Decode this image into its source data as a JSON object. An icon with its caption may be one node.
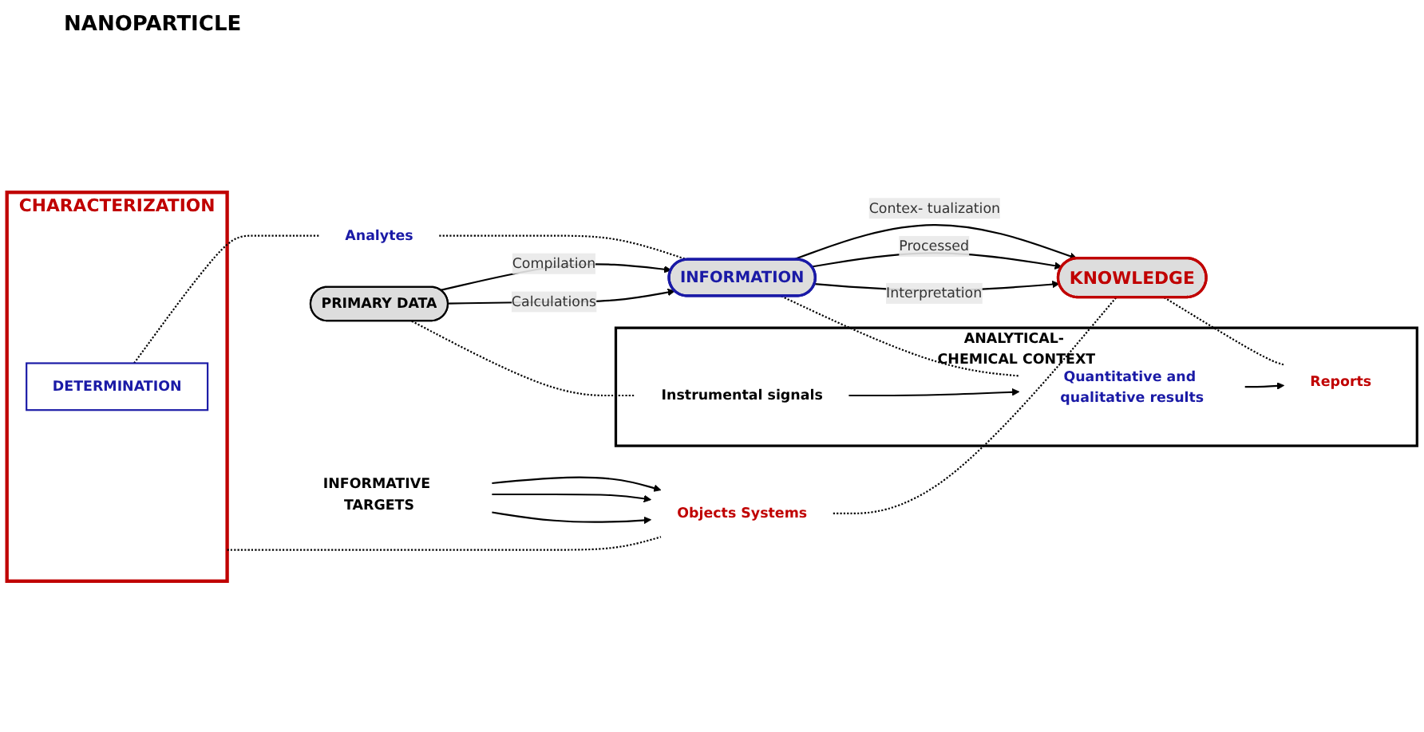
{
  "diagram": {
    "nodes": [
      {
        "text": [
          "CHARACTERIZATION"
        ]
      },
      {
        "text": [
          "DETERMINATION"
        ],
        "in": 0
      },
      {
        "text": [
          "Analytes"
        ]
      },
      {
        "text": [
          "Objects Systems"
        ]
      },
      {
        "text": [
          "PRIMARY DATA"
        ]
      },
      {
        "text": [
          "INFORMATION"
        ]
      },
      {
        "text": [
          "KNOWLEDGE"
        ]
      },
      {
        "text": [
          "ANALYTICAL- CHEMICAL CONTEXT"
        ]
      },
      {
        "text": [
          "Instrumental signals"
        ],
        "in": 7
      },
      {
        "text": [
          "Quantitative and qualitative results"
        ],
        "in": 7
      },
      {
        "text": [
          "Reports"
        ],
        "in": 7
      },
      {
        "text": [
          "INFORMATIVE TARGETS"
        ]
      }
    ],
    "edges": [
      {
        "from": 4,
        "to": 5,
        "arrow": "to",
        "label": "Compilation"
      },
      {
        "from": 4,
        "to": 5,
        "arrow": "to",
        "label": "Calculations"
      },
      {
        "from": 5,
        "to": 6,
        "arrow": "to",
        "label": "Contex- tualization"
      },
      {
        "from": 5,
        "to": 6,
        "arrow": "to",
        "label": "Processed"
      },
      {
        "from": 5,
        "to": 6,
        "arrow": "to",
        "label": "Interpretation"
      },
      {
        "from": 1,
        "to": 2,
        "arrow": "none",
        "style": "dashed"
      },
      {
        "from": 2,
        "to": 5,
        "arrow": "none",
        "style": "dashed"
      },
      {
        "from": 0,
        "to": 3,
        "arrow": "none",
        "style": "dashed"
      },
      {
        "from": 3,
        "to": 6,
        "arrow": "none",
        "style": "dashed"
      },
      {
        "from": 4,
        "to": 8,
        "arrow": "none",
        "style": "dashed"
      },
      {
        "from": 5,
        "to": 9,
        "arrow": "none",
        "style": "dashed"
      },
      {
        "from": 6,
        "to": 10,
        "arrow": "none",
        "style": "dashed"
      },
      {
        "from": 8,
        "to": 9,
        "arrow": "to"
      },
      {
        "from": 9,
        "to": 10,
        "arrow": "to"
      },
      {
        "from": 11,
        "to": 3,
        "arrow": "to"
      },
      {
        "from": 11,
        "to": 3,
        "arrow": "to"
      },
      {
        "from": 11,
        "to": 3,
        "arrow": "to"
      }
    ],
    "labels": [
      "NANOPARTICLE"
    ]
  }
}
